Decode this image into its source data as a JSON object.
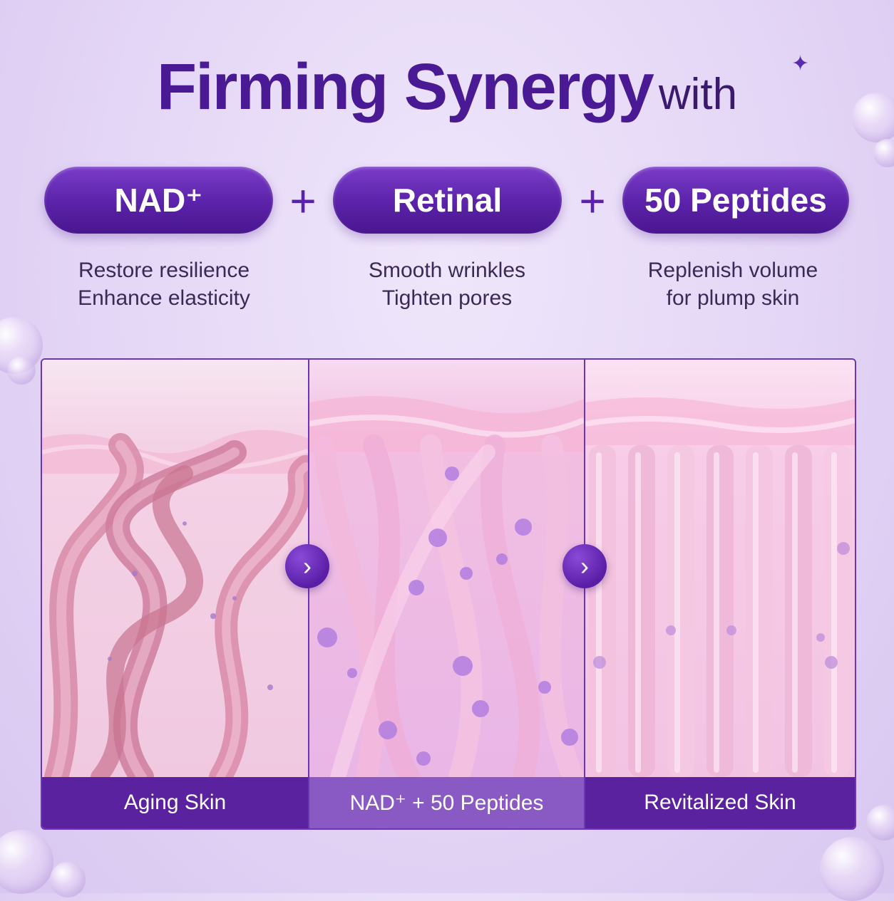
{
  "title": {
    "main": "Firming Synergy",
    "suffix": "with"
  },
  "ingredients": [
    {
      "label": "NAD⁺",
      "description_line1": "Restore resilience",
      "description_line2": "Enhance elasticity"
    },
    {
      "label": "Retinal",
      "description_line1": "Smooth wrinkles",
      "description_line2": "Tighten pores"
    },
    {
      "label": "50 Peptides",
      "description_line1": "Replenish volume",
      "description_line2": "for plump skin"
    }
  ],
  "plus_symbol": "+",
  "panels": [
    {
      "caption": "Aging Skin"
    },
    {
      "caption": "NAD⁺ + 50 Peptides"
    },
    {
      "caption": "Revitalized Skin"
    }
  ],
  "arrow_icon": "chevron-right-icon",
  "colors": {
    "brand_purple": "#5a22a8",
    "title_purple": "#4a1a94",
    "background": "#e4d6f6",
    "skin_pink": "#f0c9e0"
  }
}
